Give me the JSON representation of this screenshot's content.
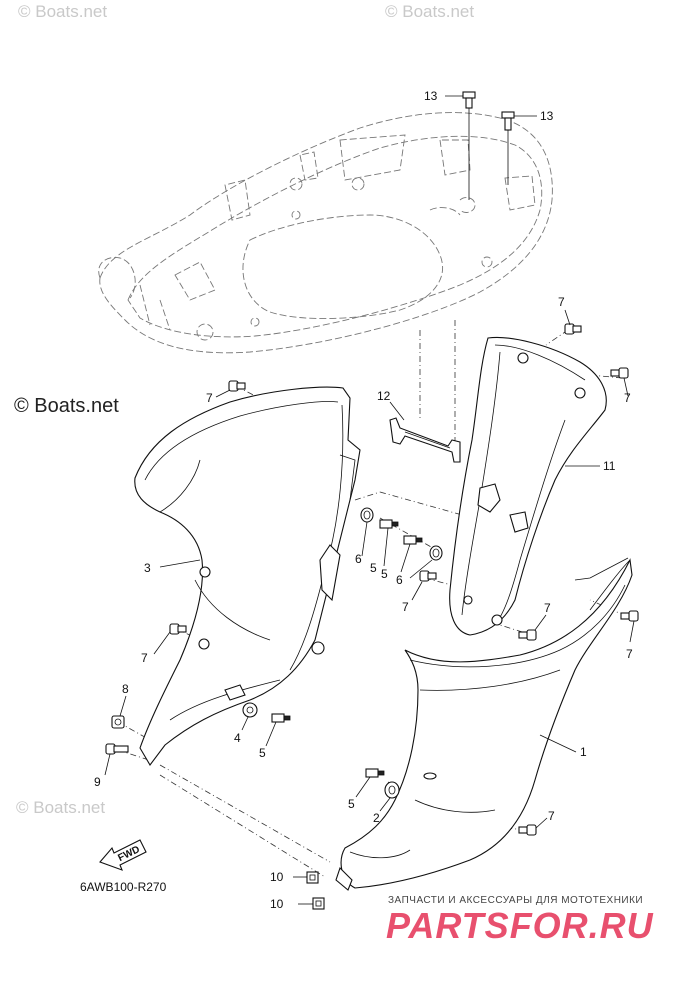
{
  "watermarks": {
    "small": "© Boats.net",
    "main": "© Boats.net"
  },
  "diagram_code": "6AWB100-R270",
  "fwd_label": "FWD",
  "shop": {
    "tagline": "ЗАПЧАСТИ И АКСЕССУАРЫ ДЛЯ МОТОТЕХНИКИ",
    "logo": "PARTSFOR.RU"
  },
  "callouts": {
    "c1": "1",
    "c2": "2",
    "c3": "3",
    "c4": "4",
    "c5a": "5",
    "c5b": "5",
    "c5c": "5",
    "c6a": "6",
    "c6b": "6",
    "c7a": "7",
    "c7b": "7",
    "c7c": "7",
    "c7d": "7",
    "c7e": "7",
    "c7f": "7",
    "c7g": "7",
    "c8": "8",
    "c9": "9",
    "c10a": "10",
    "c10b": "10",
    "c11": "11",
    "c12": "12",
    "c13a": "13",
    "c13b": "13"
  }
}
